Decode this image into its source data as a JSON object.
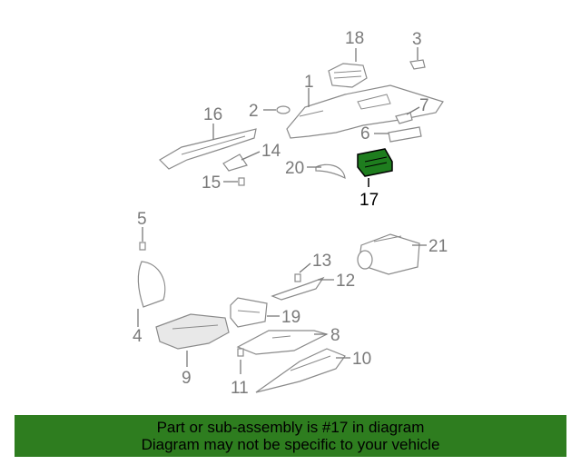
{
  "colors": {
    "highlight_fill": "#1e7d1e",
    "banner_bg": "#2e7d1f",
    "line_gray": "#8a8a8a",
    "label_gray": "#7a7a7a"
  },
  "callouts": [
    "1",
    "2",
    "3",
    "4",
    "5",
    "6",
    "7",
    "8",
    "9",
    "10",
    "11",
    "12",
    "13",
    "14",
    "15",
    "16",
    "17",
    "18",
    "19",
    "20",
    "21"
  ],
  "highlighted_callout": "17",
  "banner": {
    "line1": "Part or sub-assembly is #17 in diagram",
    "line2": "Diagram may not be specific to your vehicle"
  }
}
